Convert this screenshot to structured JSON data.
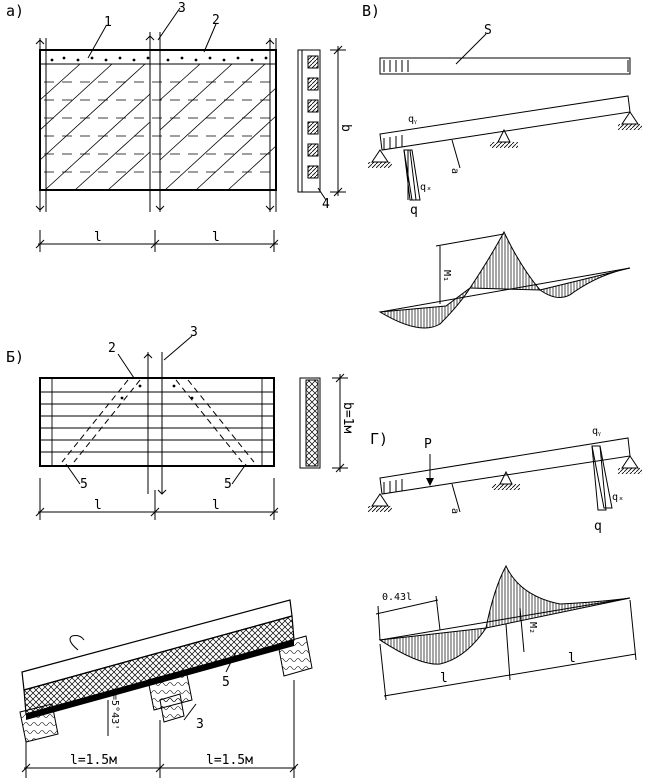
{
  "labels": {
    "panel_a": "а)",
    "panel_b": "Б)",
    "panel_v": "В)",
    "panel_g": "Г)",
    "callout_1": "1",
    "callout_2a": "2",
    "callout_3a": "3",
    "callout_4": "4",
    "callout_2b": "2",
    "callout_3b": "3",
    "callout_5a": "5",
    "callout_5b": "5",
    "callout_5c": "5",
    "callout_3c": "3",
    "callout_S": "S",
    "dim_b": "b",
    "dim_l_a1": "l",
    "dim_l_a2": "l",
    "dim_b1m": "b=1м",
    "dim_l_b1": "l",
    "dim_l_b2": "l",
    "dim_l15_1": "l=1.5м",
    "dim_l15_2": "l=1.5м",
    "angle": "a=5°43'",
    "v_qy": "qᵧ",
    "v_qx": "qₓ",
    "v_q": "q",
    "v_a": "a",
    "v_m1": "M₁",
    "g_P": "P",
    "g_a": "a",
    "g_qy": "qᵧ",
    "g_qx": "qₓ",
    "g_q": "q",
    "g_043l": "0.43l",
    "g_m2": "M₂",
    "g_l1": "l",
    "g_l2": "l"
  }
}
